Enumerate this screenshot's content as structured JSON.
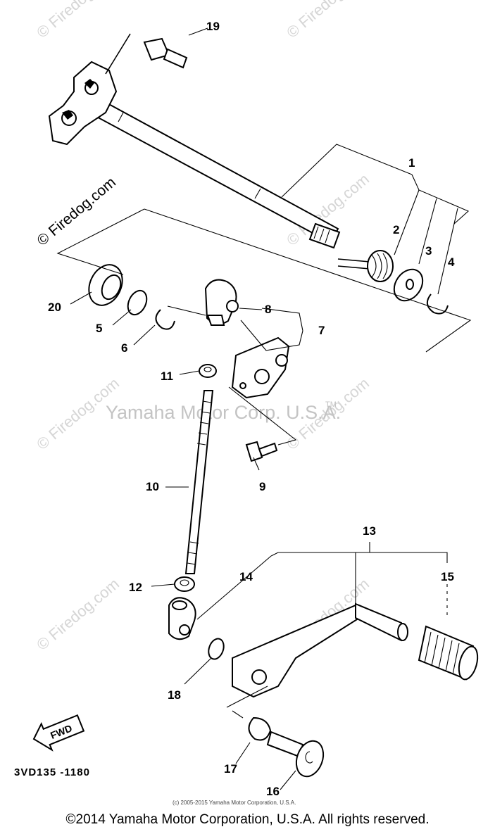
{
  "watermark": {
    "site": "© Firedog.com",
    "brand": "Yamaha Motor Corp. U.S.A.",
    "tm": "TM"
  },
  "callouts": {
    "p1": "1",
    "p2": "2",
    "p3": "3",
    "p4": "4",
    "p5": "5",
    "p6": "6",
    "p7": "7",
    "p8": "8",
    "p9": "9",
    "p10": "10",
    "p11": "11",
    "p12": "12",
    "p13": "13",
    "p14": "14",
    "p15": "15",
    "p16": "16",
    "p17": "17",
    "p18": "18",
    "p19": "19",
    "p20": "20"
  },
  "direction_label": "FWD",
  "drawing_code": "3VD135 -1180",
  "small_copyright": "(c) 2005-2015 Yamaha Motor Corporation, U.S.A.",
  "footer_copyright": "©2014 Yamaha Motor Corporation, U.S.A. All rights reserved."
}
